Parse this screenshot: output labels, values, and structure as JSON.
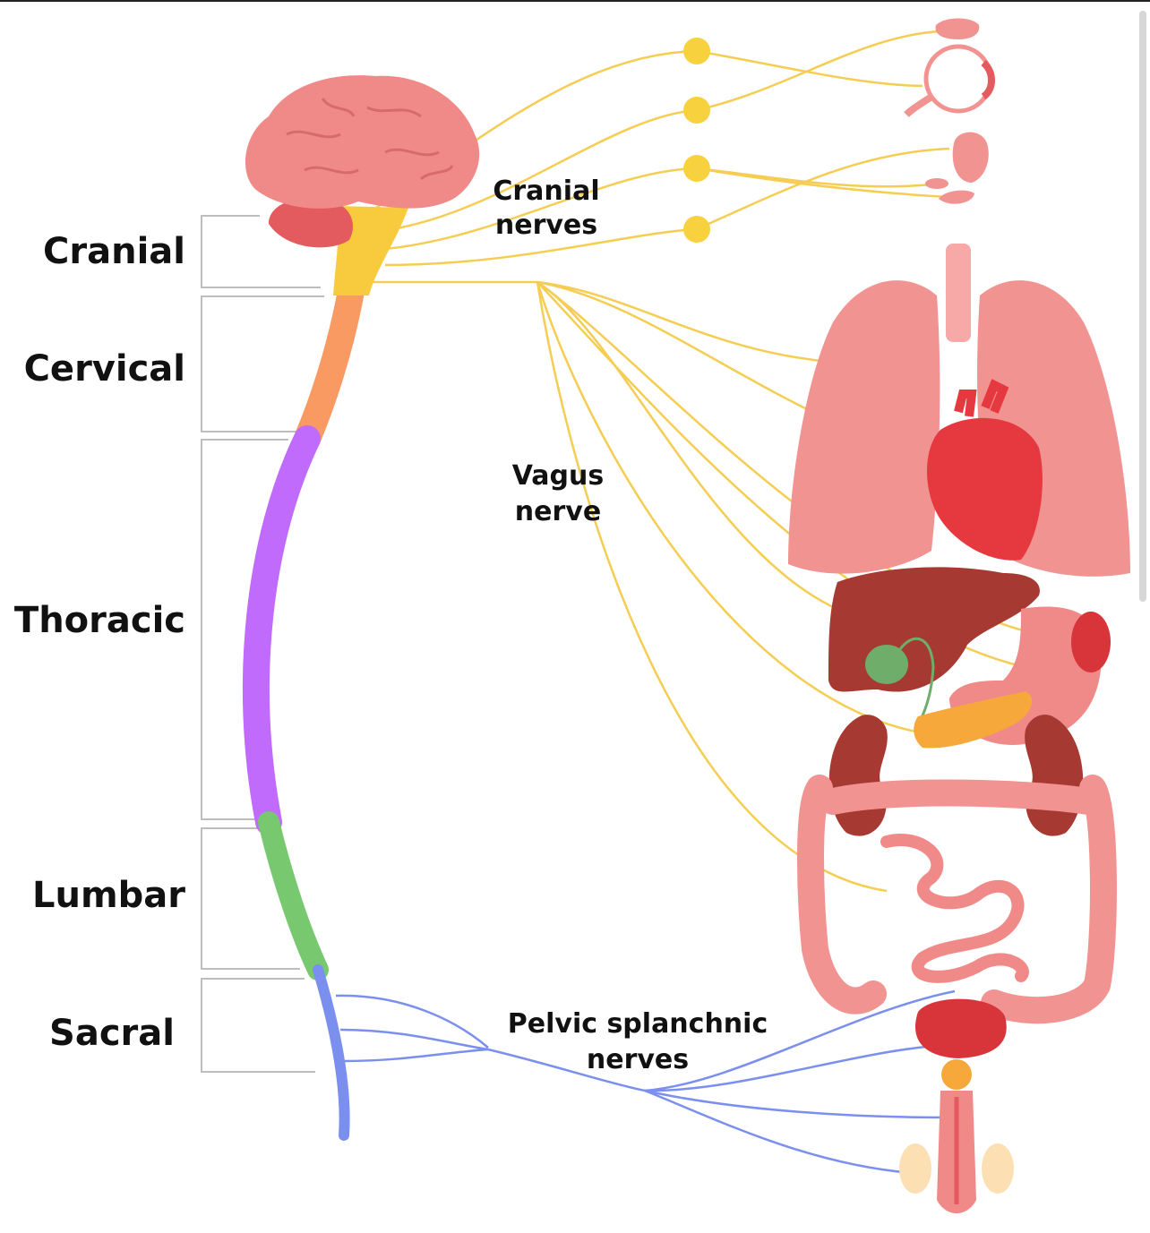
{
  "diagram": {
    "regions": [
      {
        "key": "cranial",
        "label": "Cranial",
        "color": "#F8CB3E"
      },
      {
        "key": "cervical",
        "label": "Cervical",
        "color": "#F99A63"
      },
      {
        "key": "thoracic",
        "label": "Thoracic",
        "color": "#C06BFB"
      },
      {
        "key": "lumbar",
        "label": "Lumbar",
        "color": "#77C86F"
      },
      {
        "key": "sacral",
        "label": "Sacral",
        "color": "#7B8FEE"
      }
    ],
    "nerves": {
      "cranial_line1": "Cranial",
      "cranial_line2": "nerves",
      "vagus_line1": "Vagus",
      "vagus_line2": "nerve",
      "pelvic_line1": "Pelvic splanchnic",
      "pelvic_line2": "nerves"
    },
    "colors": {
      "cranial_nerve": "#F5CD52",
      "pelvic_nerve": "#7B8FEE",
      "ganglion": "#F8D13E",
      "brain": "#F08A88",
      "organ_pink": "#F19391",
      "heart": "#E5393F",
      "liver": "#A63A33",
      "gallbladder": "#6EAE6A",
      "pancreas": "#F6A93A"
    },
    "icons": [
      "brain-icon",
      "eye-icon",
      "lacrimal-gland-icon",
      "salivary-gland-icon",
      "lungs-icon",
      "heart-icon",
      "liver-icon",
      "stomach-icon",
      "intestine-icon",
      "kidney-icon",
      "bladder-icon",
      "genitals-icon"
    ]
  }
}
